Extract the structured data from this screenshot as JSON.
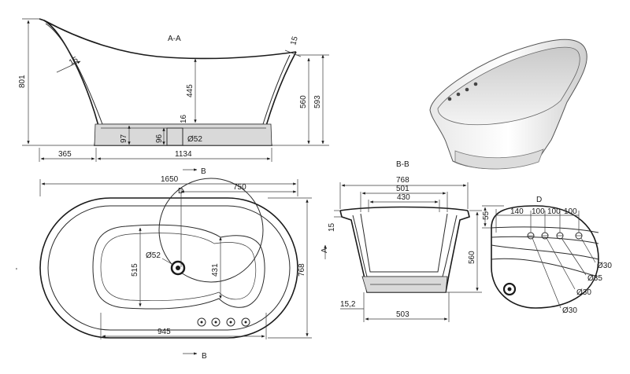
{
  "views": {
    "section_aa": "A-A",
    "section_bb": "B-B",
    "detail_d_marker": "D",
    "detail_d_title": "D",
    "cut_b_top": "B",
    "cut_b_bottom": "B",
    "cut_a": "A"
  },
  "dims_aa": {
    "overall_height": "801",
    "wall_top": "15",
    "wall_left": "15",
    "inner_depth": "445",
    "outer_560": "560",
    "outer_593": "593",
    "base_16": "16",
    "base_97": "97",
    "base_96": "96",
    "drain": "Ø52",
    "left_365": "365",
    "length_1134": "1134"
  },
  "dims_plan": {
    "length_1650": "1650",
    "half_750": "750",
    "width_768": "768",
    "inner_515": "515",
    "inner_431": "431",
    "drain": "Ø52",
    "bottom_945": "945"
  },
  "dims_bb": {
    "top_768": "768",
    "top_501": "501",
    "top_430": "430",
    "rim_15": "15",
    "height_560": "560",
    "foot_15_2": "15,2",
    "base_503": "503"
  },
  "dims_d": {
    "height_55": "55",
    "gap_140": "140",
    "gap_100a": "100",
    "gap_100b": "100",
    "gap_100c": "100",
    "hole_a": "Ø30",
    "hole_b": "Ø35",
    "hole_c": "Ø30",
    "hole_d": "Ø30"
  },
  "misc": {
    "edge_mark": "'"
  }
}
